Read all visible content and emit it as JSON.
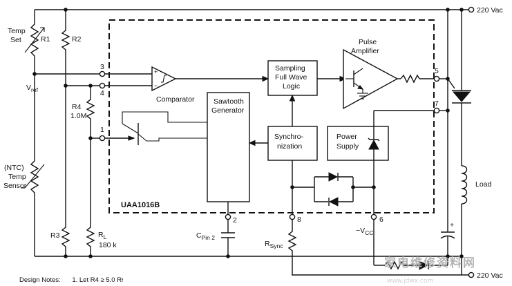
{
  "ic": {
    "name": "UAA1016B"
  },
  "blocks": {
    "comparator": "Comparator",
    "sawtooth": [
      "Sawtooth",
      "Generator"
    ],
    "sampling": [
      "Sampling",
      "Full Wave",
      "Logic"
    ],
    "pulse_amp": [
      "Pulse",
      "Amplifier"
    ],
    "sync": [
      "Synchro-",
      "nization"
    ],
    "power": [
      "Power",
      "Supply"
    ]
  },
  "mains": {
    "top": "220 Vac",
    "bottom": "220 Vac"
  },
  "components": {
    "temp_set": [
      "Temp",
      "Set"
    ],
    "r1": "R1",
    "r2": "R2",
    "vref": "V",
    "vref_sub": "ref",
    "r4": "R4",
    "r4_val": "1.0M",
    "ntc": [
      "(NTC)",
      "Temp",
      "Sensor"
    ],
    "r3": "R3",
    "rl": "R",
    "rl_sub": "L",
    "rl_val": "180 k",
    "cpin": "C",
    "cpin_sub": "Pin 2",
    "rsync": "R",
    "rsync_sub": "Sync",
    "vcc": "−V",
    "vcc_sub": "CC",
    "load": "Load",
    "cap_plus": "+"
  },
  "pins": [
    "1",
    "2",
    "3",
    "4",
    "5",
    "6",
    "7",
    "8"
  ],
  "notes": {
    "heading": "Design Notes:",
    "line1": "1. Let R4 ≥ 5.0 R"
  },
  "watermark": {
    "cn": "家电维修资料网",
    "url": "www.jdwx.com"
  }
}
